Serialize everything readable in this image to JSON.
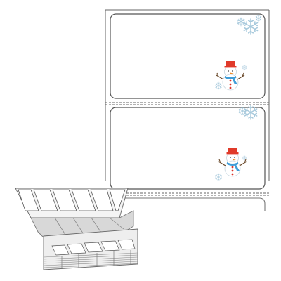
{
  "product": {
    "kind": "fanfold-label-stock",
    "labels": [
      {
        "name": "label-1",
        "artwork": [
          "snowflake-icon",
          "snowman-icon"
        ]
      },
      {
        "name": "label-2",
        "artwork": [
          "snowflake-icon",
          "snowman-icon"
        ]
      },
      {
        "name": "label-3",
        "artwork": []
      }
    ],
    "colors": {
      "background": "#ffffff",
      "label_edge": "#555555",
      "perforation": "#666666",
      "snowflake": "#a7c9dc",
      "snowman_hat": "#e03a2a",
      "snowman_scarf": "#3f9dd8",
      "snowman_buttons": "#d9332a",
      "snowman_nose": "#f08a24",
      "stack_face": "#dcdcdc",
      "stack_edge": "#7a7a7a"
    }
  }
}
